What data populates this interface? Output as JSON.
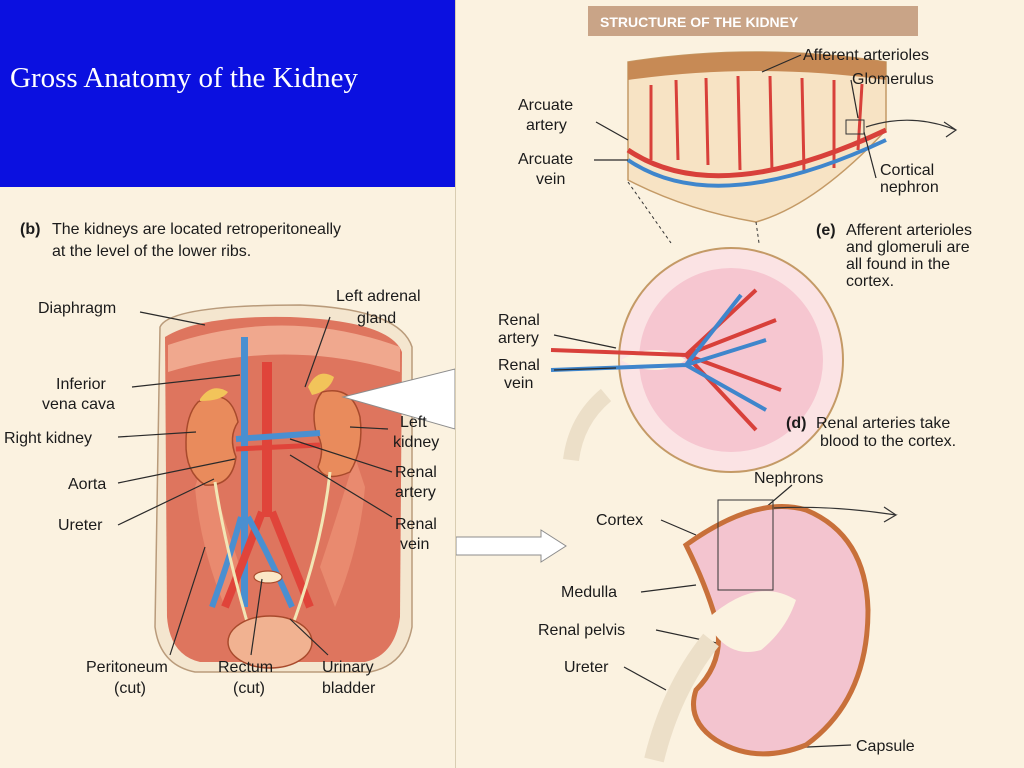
{
  "slide": {
    "title": "Gross Anatomy of the Kidney",
    "colors": {
      "background": "#0b10e0",
      "panel": "#fbf2e0",
      "banner": "#c9a487",
      "artery": "#e0443a",
      "vein": "#3f86cc",
      "tissue": "#e8a58f"
    }
  },
  "left_figure": {
    "caption_tag": "(b)",
    "caption_line1": "The kidneys are located retroperitoneally",
    "caption_line2": "at the level of the lower ribs.",
    "labels": {
      "diaphragm": "Diaphragm",
      "left_adrenal_1": "Left adrenal",
      "left_adrenal_2": "gland",
      "ivc_1": "Inferior",
      "ivc_2": "vena cava",
      "right_kidney": "Right kidney",
      "left_kidney_1": "Left",
      "left_kidney_2": "kidney",
      "aorta": "Aorta",
      "renal_artery_1": "Renal",
      "renal_artery_2": "artery",
      "ureter": "Ureter",
      "renal_vein_1": "Renal",
      "renal_vein_2": "vein",
      "peritoneum_1": "Peritoneum",
      "peritoneum_2": "(cut)",
      "rectum_1": "Rectum",
      "rectum_2": "(cut)",
      "bladder_1": "Urinary",
      "bladder_2": "bladder"
    }
  },
  "right_figure": {
    "banner": "STRUCTURE OF THE KIDNEY",
    "cortex_detail": {
      "afferent": "Afferent arterioles",
      "glomerulus": "Glomerulus",
      "arcuate_artery_1": "Arcuate",
      "arcuate_artery_2": "artery",
      "arcuate_vein_1": "Arcuate",
      "arcuate_vein_2": "vein",
      "cortical_nephron_1": "Cortical",
      "cortical_nephron_2": "nephron",
      "caption_tag": "(e)",
      "caption_line1": "Afferent arterioles",
      "caption_line2": "and glomeruli are",
      "caption_line3": "all found in the",
      "caption_line4": "cortex."
    },
    "vessels_detail": {
      "renal_artery_1": "Renal",
      "renal_artery_2": "artery",
      "renal_vein_1": "Renal",
      "renal_vein_2": "vein",
      "caption_tag": "(d)",
      "caption_line1": "Renal arteries take",
      "caption_line2": "blood to the cortex."
    },
    "section_detail": {
      "nephrons": "Nephrons",
      "cortex": "Cortex",
      "medulla": "Medulla",
      "renal_pelvis": "Renal pelvis",
      "ureter": "Ureter",
      "capsule": "Capsule"
    }
  }
}
